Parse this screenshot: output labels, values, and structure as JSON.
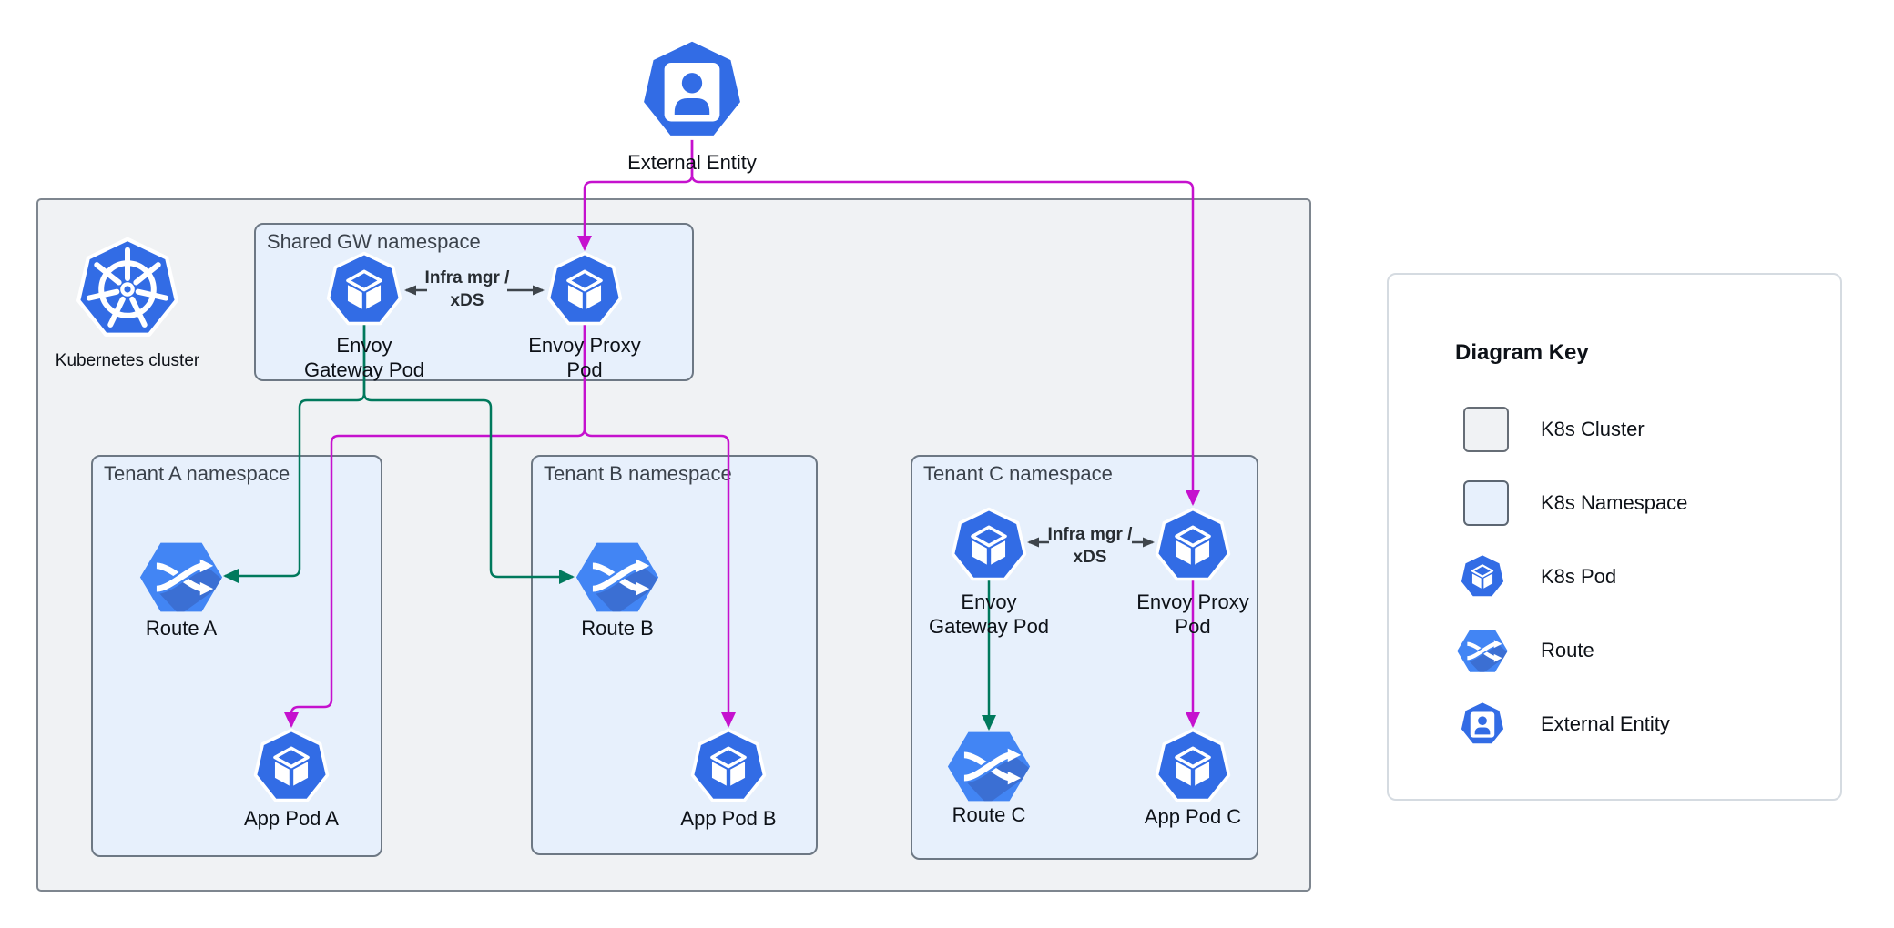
{
  "colors": {
    "magenta_arrow": "#C511CE",
    "green_arrow": "#00795C",
    "dark_arrow": "#3F454B",
    "pod_blue": "#326CE5",
    "route_blue": "#4285F4",
    "cluster_fill": "#F0F2F4",
    "namespace_fill": "#E7F0FC"
  },
  "external_entity": {
    "label": "External Entity"
  },
  "cluster": {
    "label": "Kubernetes cluster"
  },
  "shared_namespace": {
    "title": "Shared GW namespace",
    "gateway_pod": {
      "line1": "Envoy",
      "line2": "Gateway Pod"
    },
    "proxy_pod": {
      "line1": "Envoy Proxy",
      "line2": "Pod"
    },
    "link": {
      "line1": "Infra mgr /",
      "line2": "xDS"
    }
  },
  "tenant_a": {
    "title": "Tenant A namespace",
    "route": "Route A",
    "app_pod": "App Pod A"
  },
  "tenant_b": {
    "title": "Tenant B namespace",
    "route": "Route B",
    "app_pod": "App Pod B"
  },
  "tenant_c": {
    "title": "Tenant C namespace",
    "gateway_pod": {
      "line1": "Envoy",
      "line2": "Gateway Pod"
    },
    "proxy_pod": {
      "line1": "Envoy Proxy",
      "line2": "Pod"
    },
    "link": {
      "line1": "Infra mgr /",
      "line2": "xDS"
    },
    "route": "Route C",
    "app_pod": "App Pod C"
  },
  "legend": {
    "title": "Diagram Key",
    "items": [
      {
        "label": "K8s Cluster"
      },
      {
        "label": "K8s Namespace"
      },
      {
        "label": "K8s Pod"
      },
      {
        "label": "Route"
      },
      {
        "label": "External Entity"
      }
    ]
  }
}
